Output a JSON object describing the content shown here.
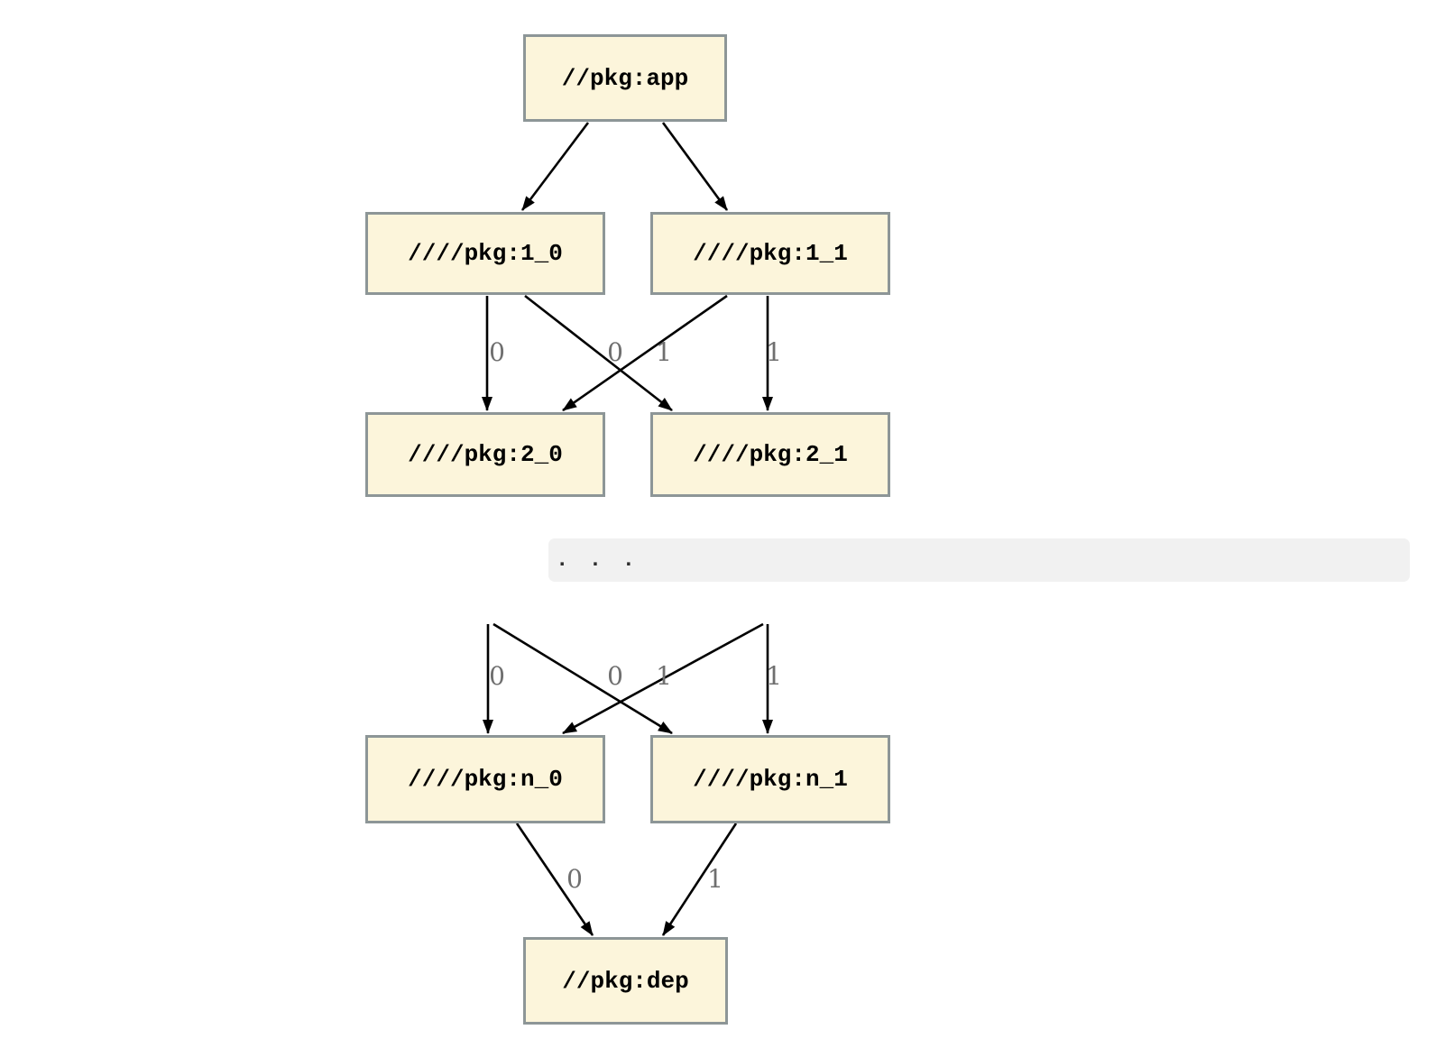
{
  "diagram": {
    "nodes": {
      "app": "//pkg:app",
      "l1_0": "////pkg:1_0",
      "l1_1": "////pkg:1_1",
      "l2_0": "////pkg:2_0",
      "l2_1": "////pkg:2_1",
      "ln_0": "////pkg:n_0",
      "ln_1": "////pkg:n_1",
      "dep": "//pkg:dep"
    },
    "ellipsis_text": ". . .",
    "edges": [
      {
        "from": "//pkg:app",
        "to": "////pkg:1_0",
        "label": ""
      },
      {
        "from": "//pkg:app",
        "to": "////pkg:1_1",
        "label": ""
      },
      {
        "from": "////pkg:1_0",
        "to": "////pkg:2_0",
        "label": "0"
      },
      {
        "from": "////pkg:1_1",
        "to": "////pkg:2_0",
        "label": "0"
      },
      {
        "from": "////pkg:1_0",
        "to": "////pkg:2_1",
        "label": "1"
      },
      {
        "from": "////pkg:1_1",
        "to": "////pkg:2_1",
        "label": "1"
      },
      {
        "from": "...",
        "to": "////pkg:n_0",
        "label": "0"
      },
      {
        "from": "...",
        "to": "////pkg:n_0",
        "label": "0"
      },
      {
        "from": "...",
        "to": "////pkg:n_1",
        "label": "1"
      },
      {
        "from": "...",
        "to": "////pkg:n_1",
        "label": "1"
      },
      {
        "from": "////pkg:n_0",
        "to": "//pkg:dep",
        "label": "0"
      },
      {
        "from": "////pkg:n_1",
        "to": "//pkg:dep",
        "label": "1"
      }
    ],
    "colors": {
      "background": "#ffffff",
      "node_fill": "#fcf5db",
      "node_border": "#8d9697",
      "edge_color": "#000000",
      "edge_label_color": "#6f6f6f",
      "ellipsis_bar_bg": "#f1f1f1",
      "ellipsis_dot_color": "#2e2e2e"
    }
  }
}
